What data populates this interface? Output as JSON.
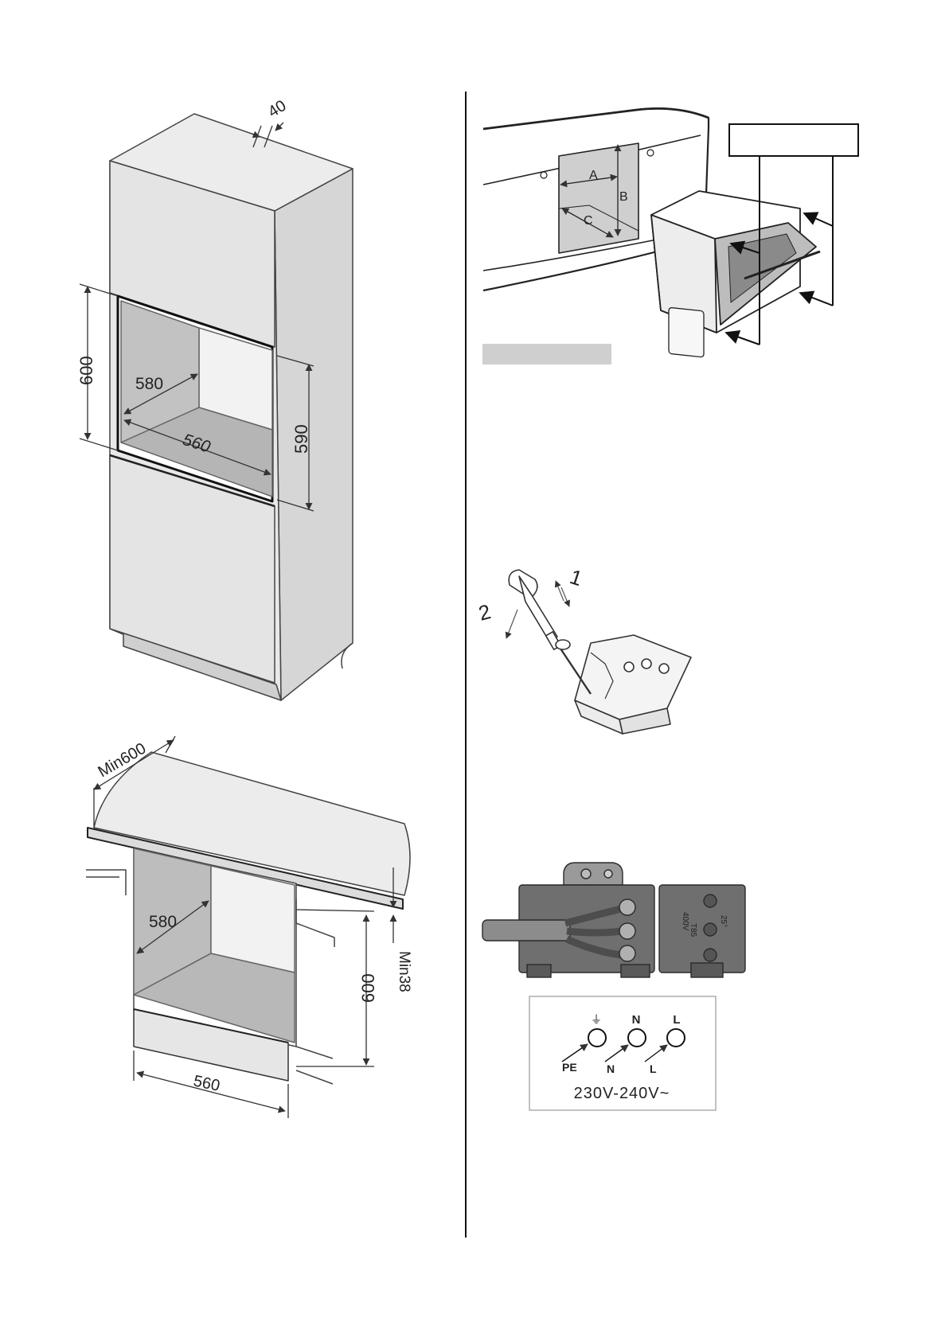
{
  "tall_cabinet": {
    "top_gap": "40",
    "niche_height": "600",
    "niche_depth": "580",
    "niche_width": "560",
    "niche_inner_height": "590"
  },
  "under_counter": {
    "counter_depth": "Min600",
    "niche_depth": "580",
    "clearance": "Min38",
    "niche_height": "600",
    "niche_width": "560"
  },
  "oven_fit": {
    "dim_a": "A",
    "dim_b": "B",
    "dim_c": "C"
  },
  "screwdriver": {
    "step_1": "1",
    "step_2": "2"
  },
  "wiring": {
    "terminals": {
      "earth_symbol": "⏚",
      "n_top": "N",
      "l_top": "L",
      "pe": "PE",
      "n_bottom": "N",
      "l_bottom": "L"
    },
    "voltage": "230V-240V~",
    "block_labels": [
      "400V",
      "25°",
      "T85"
    ]
  },
  "colors": {
    "line": "#333333",
    "fill_light": "#e6e6e6",
    "fill_mid": "#d2d2d2",
    "fill_dark": "#a8a8a8",
    "label_bar": "#cfcfcf",
    "terminal_block": "#6e6e6e"
  }
}
